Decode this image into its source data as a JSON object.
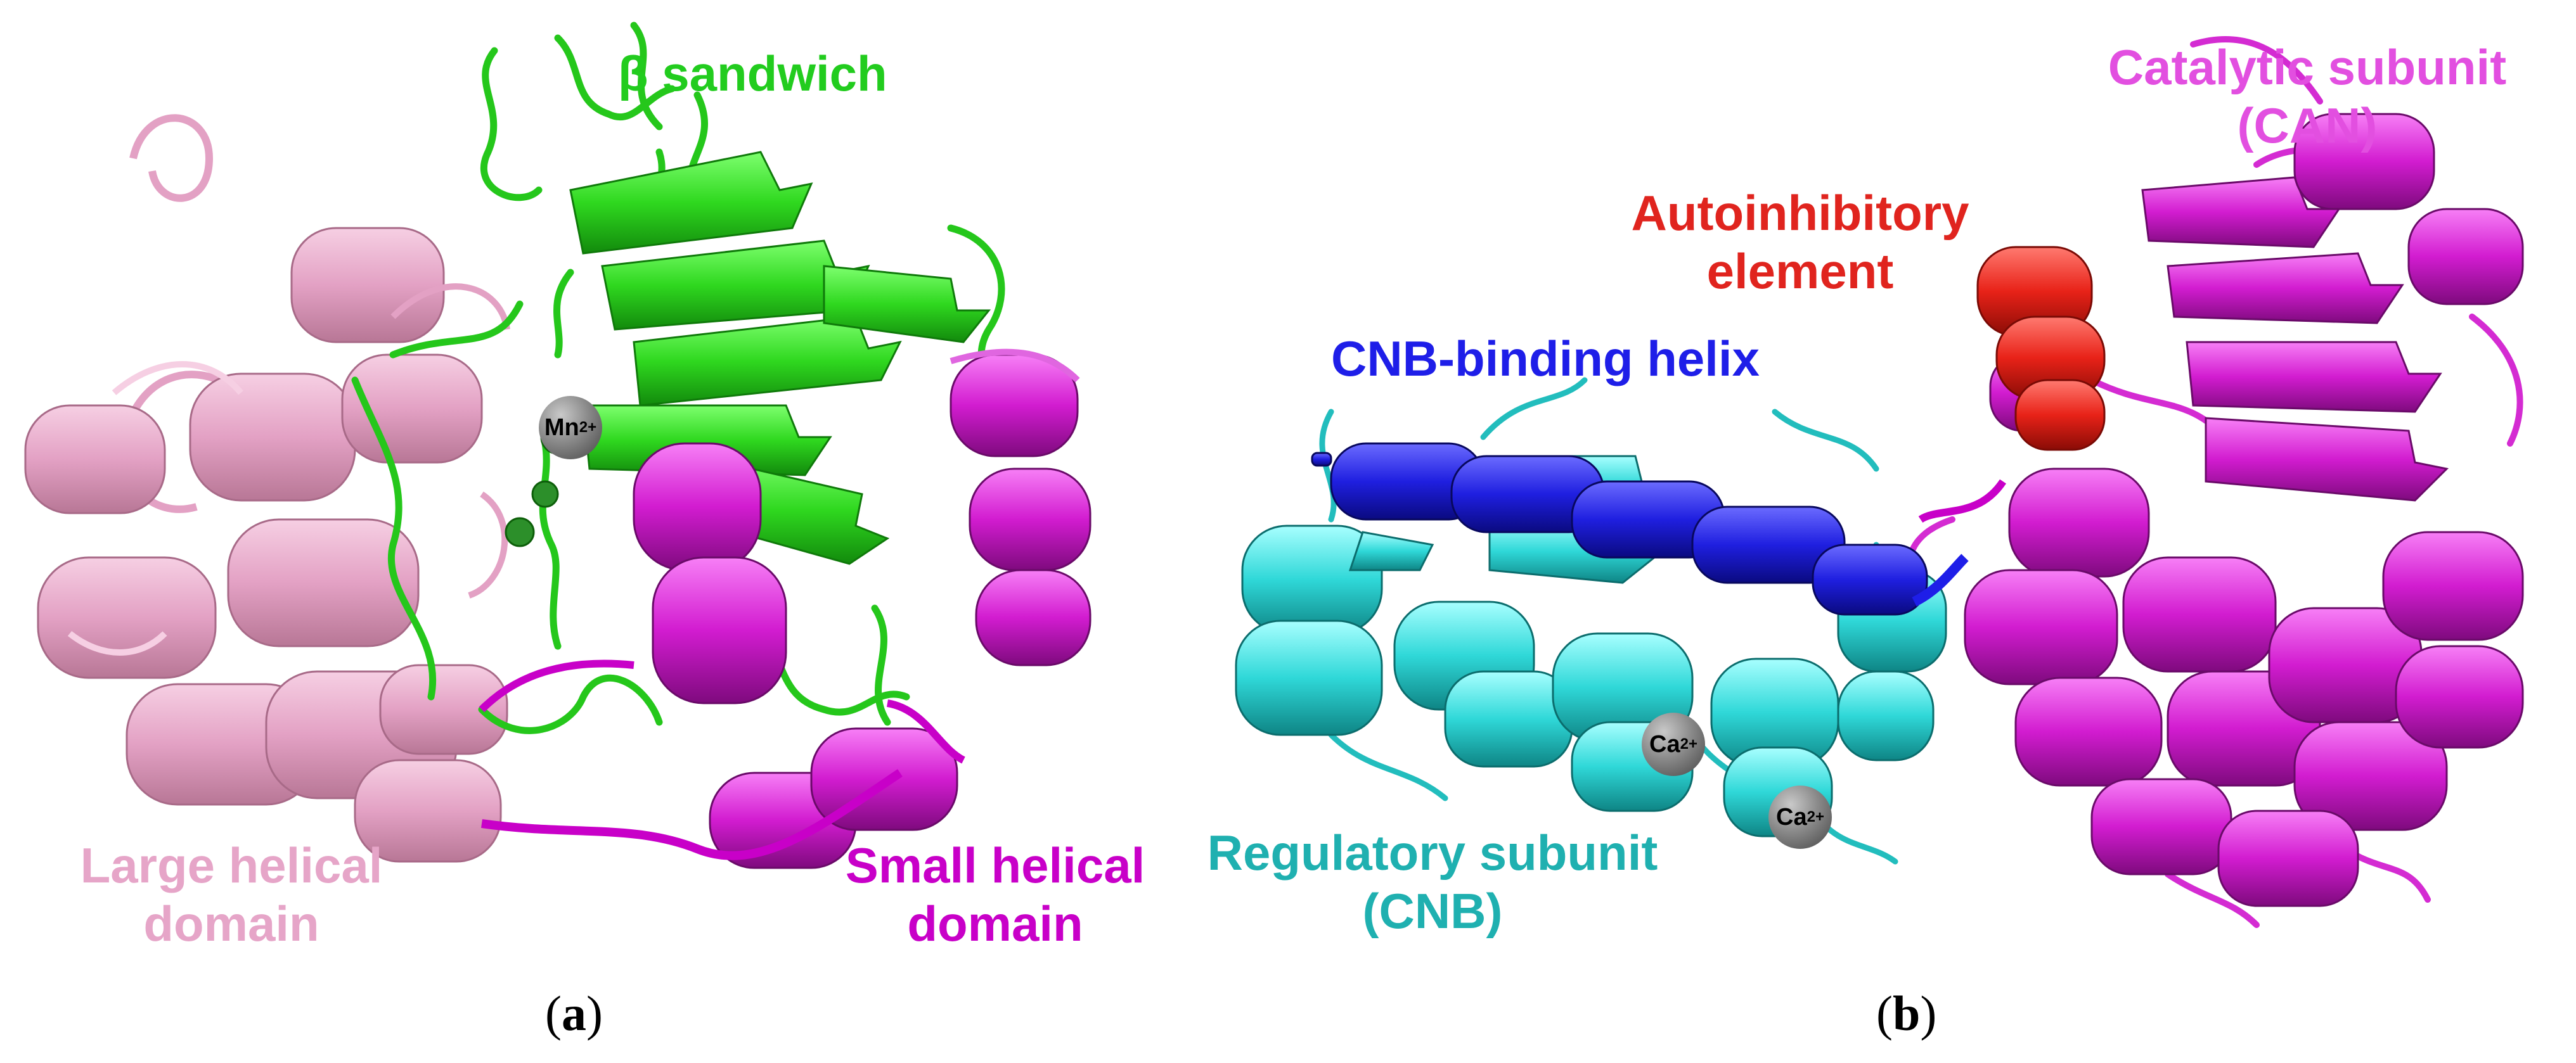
{
  "panel_a": {
    "caption_letter": "a",
    "labels": {
      "beta_sandwich": "β sandwich",
      "large_helical_line1": "Large helical",
      "large_helical_line2": "domain",
      "small_helical_line1": "Small helical",
      "small_helical_line2": "domain"
    },
    "ions": [
      {
        "symbol": "Mn",
        "charge": "2+"
      }
    ]
  },
  "panel_b": {
    "caption_letter": "b",
    "labels": {
      "catalytic_line1": "Catalytic subunit",
      "catalytic_line2": "(CAN)",
      "autoinhibitory_line1": "Autoinhibitory",
      "autoinhibitory_line2": "element",
      "cnb_helix": "CNB-binding helix",
      "regulatory_line1": "Regulatory subunit",
      "regulatory_line2": "(CNB)"
    },
    "ions": [
      {
        "symbol": "Ca",
        "charge": "2+"
      },
      {
        "symbol": "Ca",
        "charge": "2+"
      }
    ]
  },
  "colors": {
    "beta_sandwich": "#22cc1e",
    "large_helical": "#e6a5c8",
    "small_helical": "#c800c8",
    "catalytic": "#e24fe0",
    "autoinhibitory": "#e0241e",
    "cnb_helix": "#1e1ee8",
    "regulatory": "#1fb0b0"
  }
}
